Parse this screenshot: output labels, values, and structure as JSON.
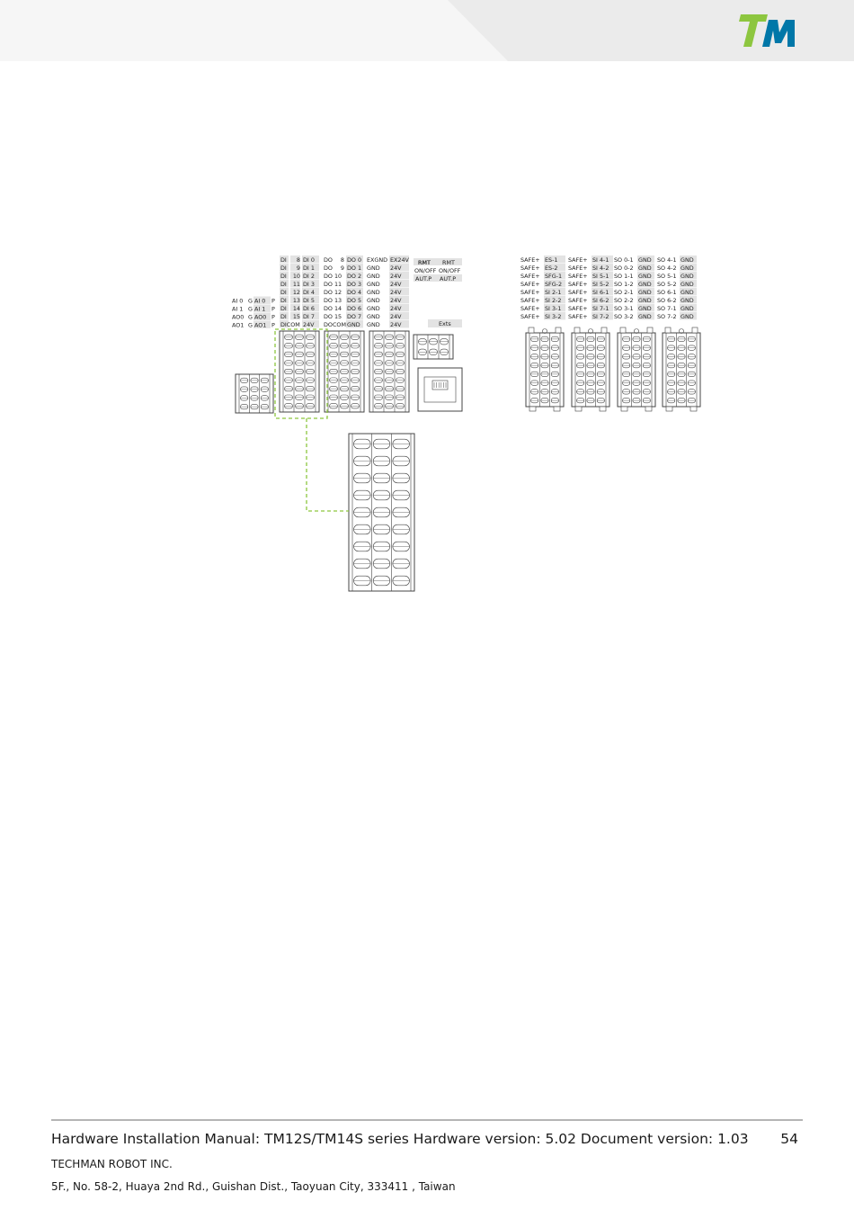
{
  "header": {
    "logo_text": "TM",
    "logo_colors": {
      "t": "#8dc63f",
      "m": "#0077a8"
    }
  },
  "diagram": {
    "colors": {
      "accent_dash": "#8dc63f",
      "line": "#444444",
      "cell_shade": "#e3e3e3"
    },
    "analog_labels": {
      "left": [
        "AI 0",
        "AI 1",
        "AO0",
        "AO1"
      ],
      "left2": [
        "G",
        "G",
        "G",
        "G"
      ],
      "mid": [
        "AI 0",
        "AI 1",
        "AO0",
        "AO1"
      ],
      "right": [
        "P",
        "P",
        "P",
        "P"
      ]
    },
    "di_labels": {
      "c1": [
        "DI",
        "DI",
        "DI",
        "DI",
        "DI",
        "DI",
        "DI",
        "DI",
        "DICOM"
      ],
      "c2": [
        "8",
        "9",
        "10",
        "11",
        "12",
        "13",
        "14",
        "15",
        ""
      ],
      "c3": [
        "DI 0",
        "DI 1",
        "DI 2",
        "DI 3",
        "DI 4",
        "DI 5",
        "DI 6",
        "DI 7",
        "24V"
      ]
    },
    "do_labels": {
      "c1": [
        "DO",
        "DO",
        "DO 10",
        "DO 11",
        "DO 12",
        "DO 13",
        "DO 14",
        "DO 15",
        "DOCOM"
      ],
      "c2": [
        "8",
        "9",
        "",
        "",
        "",
        "",
        "",
        "",
        ""
      ],
      "c3": [
        "DO 0",
        "DO 1",
        "DO 2",
        "DO 3",
        "DO 4",
        "DO 5",
        "DO 6",
        "DO 7",
        "GND"
      ]
    },
    "power_labels": {
      "c1": [
        "EXGND",
        "GND",
        "GND",
        "GND",
        "GND",
        "GND",
        "GND",
        "GND",
        "GND"
      ],
      "c2": [
        "EX24V",
        "24V",
        "24V",
        "24V",
        "24V",
        "24V",
        "24V",
        "24V",
        "24V"
      ]
    },
    "remote_labels": {
      "r1": [
        "RMT",
        "RMT"
      ],
      "r2": [
        "ON/OFF",
        "ON/OFF"
      ],
      "r3": [
        "AUT.P",
        "AUT.P"
      ],
      "exts": "Exts"
    },
    "safety_labels": {
      "b1c1": [
        "SAFE+",
        "SAFE+",
        "SAFE+",
        "SAFE+",
        "SAFE+",
        "SAFE+",
        "SAFE+",
        "SAFE+"
      ],
      "b1c2": [
        "ES-1",
        "ES-2",
        "SFG-1",
        "SFG-2",
        "SI 2-1",
        "SI 2-2",
        "SI 3-1",
        "SI 3-2"
      ],
      "b2c1": [
        "SAFE+",
        "SAFE+",
        "SAFE+",
        "SAFE+",
        "SAFE+",
        "SAFE+",
        "SAFE+",
        "SAFE+"
      ],
      "b2c2": [
        "SI 4-1",
        "SI 4-2",
        "SI 5-1",
        "SI 5-2",
        "SI 6-1",
        "SI 6-2",
        "SI 7-1",
        "SI 7-2"
      ],
      "b3c1": [
        "SO 0-1",
        "SO 0-2",
        "SO 1-1",
        "SO 1-2",
        "SO 2-1",
        "SO 2-2",
        "SO 3-1",
        "SO 3-2"
      ],
      "b3c2": [
        "GND",
        "GND",
        "GND",
        "GND",
        "GND",
        "GND",
        "GND",
        "GND"
      ],
      "b4c1": [
        "SO 4-1",
        "SO 4-2",
        "SO 5-1",
        "SO 5-2",
        "SO 6-1",
        "SO 6-2",
        "SO 7-1",
        "SO 7-2"
      ],
      "b4c2": [
        "GND",
        "GND",
        "GND",
        "GND",
        "GND",
        "GND",
        "GND",
        "GND"
      ]
    }
  },
  "footer": {
    "title": "Hardware Installation Manual: TM12S/TM14S series Hardware version: 5.02 Document version: 1.03",
    "page_number": "54",
    "company": "TECHMAN ROBOT INC.",
    "address": "5F., No. 58-2, Huaya 2nd Rd., Guishan Dist., Taoyuan City, 333411 , Taiwan"
  }
}
